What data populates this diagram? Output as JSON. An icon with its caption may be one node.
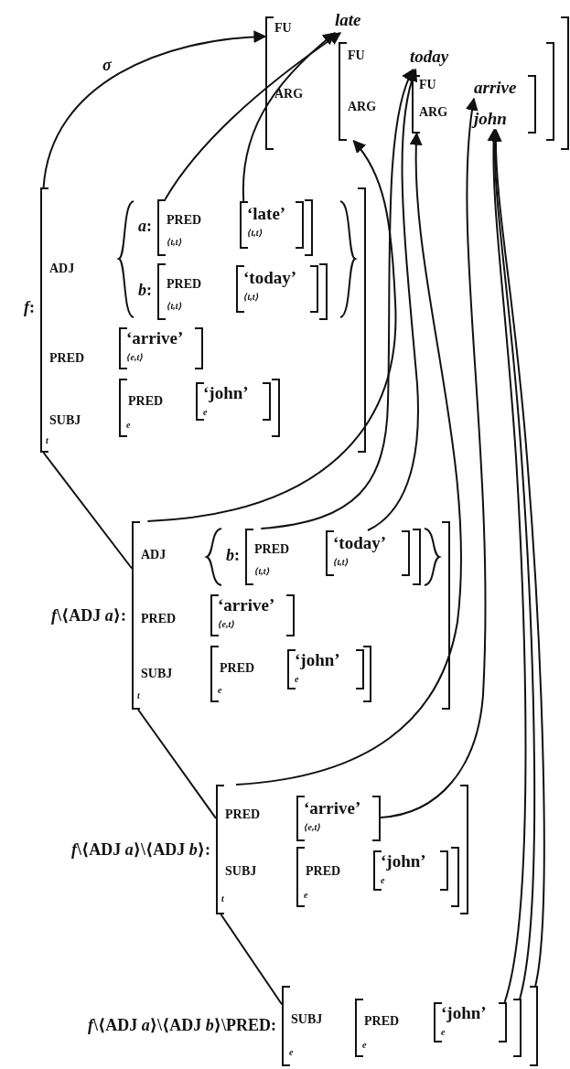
{
  "diagram": {
    "nodes": [
      {
        "text": [
          "FU",
          "ARG"
        ]
      },
      {
        "text": [
          "late"
        ],
        "in": 0
      },
      {
        "text": [
          "FU",
          "ARG"
        ],
        "in": 0
      },
      {
        "text": [
          "today"
        ],
        "in": 2
      },
      {
        "text": [
          "FU",
          "ARG"
        ],
        "in": 2
      },
      {
        "text": [
          "arrive"
        ],
        "in": 4
      },
      {
        "text": [
          "john"
        ],
        "in": 4
      },
      {
        "text": [
          "ADJ",
          "PRED",
          "SUBJ",
          "t"
        ],
        "beside": [
          "*f*:"
        ]
      },
      {
        "text": [
          "PRED",
          "⟨t,t⟩"
        ],
        "beside": [
          "*a*:"
        ],
        "in": 7
      },
      {
        "text": [
          "‘late’",
          "⟨t,t⟩"
        ],
        "in": 8
      },
      {
        "text": [
          "PRED",
          "⟨t,t⟩"
        ],
        "beside": [
          "*b*:"
        ],
        "in": 7
      },
      {
        "text": [
          "‘today’",
          "⟨t,t⟩"
        ],
        "in": 10
      },
      {
        "text": [
          "‘arrive’",
          "⟨e,t⟩"
        ],
        "in": 7
      },
      {
        "text": [
          "PRED",
          "e"
        ],
        "in": 7
      },
      {
        "text": [
          "‘john’",
          "e"
        ],
        "in": 13
      },
      {
        "text": [
          "ADJ",
          "PRED",
          "SUBJ",
          "t"
        ],
        "beside": [
          "*f*\\⟨ADJ *a*⟩:"
        ]
      },
      {
        "text": [
          "PRED",
          "⟨t,t⟩"
        ],
        "beside": [
          "*b*:"
        ],
        "in": 15
      },
      {
        "text": [
          "‘today’",
          "⟨t,t⟩"
        ],
        "in": 16
      },
      {
        "text": [
          "‘arrive’",
          "⟨e,t⟩"
        ],
        "in": 15
      },
      {
        "text": [
          "PRED",
          "e"
        ],
        "in": 15
      },
      {
        "text": [
          "‘john’",
          "e"
        ],
        "in": 19
      },
      {
        "text": [
          "PRED",
          "SUBJ",
          "t"
        ],
        "beside": [
          "*f*\\⟨ADJ *a*⟩\\⟨ADJ *b*⟩:"
        ]
      },
      {
        "text": [
          "‘arrive’",
          "⟨e,t⟩"
        ],
        "in": 21
      },
      {
        "text": [
          "PRED",
          "e"
        ],
        "in": 21
      },
      {
        "text": [
          "‘john’",
          "e"
        ],
        "in": 23
      },
      {
        "text": [
          "SUBJ",
          "e"
        ],
        "beside": [
          "*f*\\⟨ADJ *a*⟩\\⟨ADJ *b*⟩\\PRED:"
        ]
      },
      {
        "text": [
          "PRED",
          "e"
        ],
        "in": 25
      },
      {
        "text": [
          "‘john’",
          "e"
        ],
        "in": 26
      }
    ],
    "edges": [
      {
        "from": 7,
        "to": 0,
        "arrow": "to",
        "label": "σ"
      },
      {
        "from": 8,
        "to": 1,
        "arrow": "to"
      },
      {
        "from": 9,
        "to": 1,
        "arrow": "to"
      },
      {
        "from": 15,
        "to": 2,
        "arrow": "to"
      },
      {
        "from": 16,
        "to": 3,
        "arrow": "to"
      },
      {
        "from": 17,
        "to": 3,
        "arrow": "to"
      },
      {
        "from": 21,
        "to": 4,
        "arrow": "to"
      },
      {
        "from": 22,
        "to": 5,
        "arrow": "to"
      },
      {
        "from": 25,
        "to": 6,
        "arrow": "to"
      },
      {
        "from": 26,
        "to": 6,
        "arrow": "to"
      },
      {
        "from": 27,
        "to": 6,
        "arrow": "to"
      },
      {
        "from": 7,
        "to": 15,
        "arrow": "none"
      },
      {
        "from": 15,
        "to": 21,
        "arrow": "none"
      },
      {
        "from": 21,
        "to": 25,
        "arrow": "none"
      }
    ]
  }
}
